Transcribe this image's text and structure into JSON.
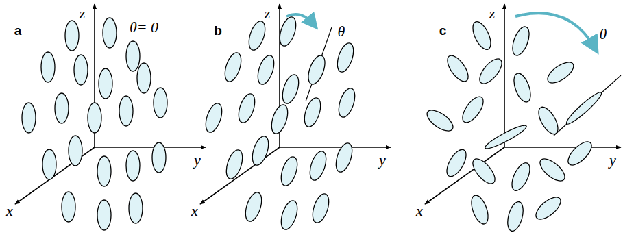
{
  "diagram": {
    "labels": [
      "a",
      "z",
      "θ= 0",
      "y",
      "x",
      "b",
      "z",
      "θ",
      "y",
      "x",
      "c",
      "z",
      "θ",
      "y",
      "x"
    ]
  }
}
